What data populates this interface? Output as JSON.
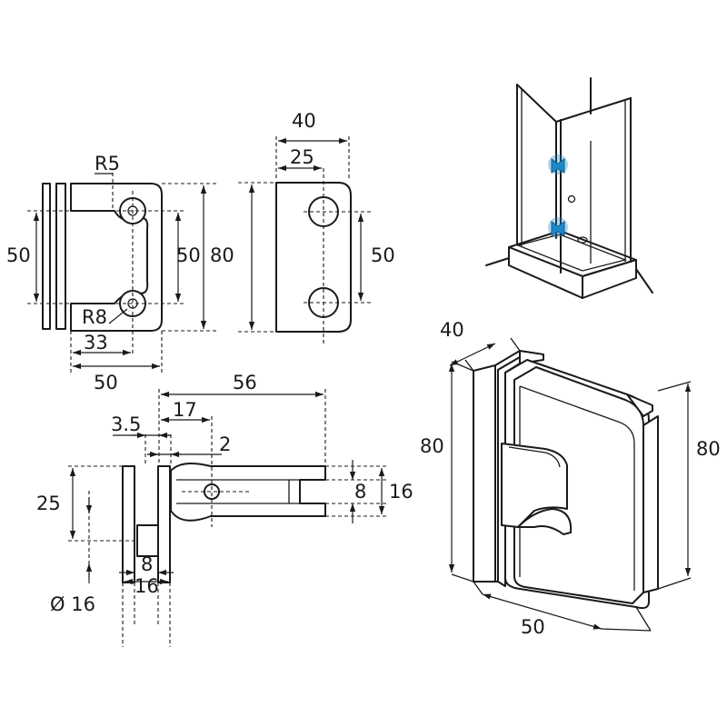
{
  "front_view": {
    "radius_top": "R5",
    "radius_bottom": "R8",
    "height_left": "50",
    "height_right": "50",
    "height_total": "80",
    "width_inner": "33",
    "width_total": "50"
  },
  "side_view": {
    "width_total": "40",
    "hole_offset": "25",
    "hole_spacing": "50"
  },
  "top_view": {
    "length": "56",
    "depth": "17",
    "offset": "3.5",
    "gap": "2",
    "slot": "8",
    "thickness": "16",
    "height": "25",
    "screw_width": "8",
    "screw_spacing": "16",
    "diameter": "Ø 16"
  },
  "iso_view": {
    "depth": "40",
    "height_left": "80",
    "height_right": "80",
    "width": "50"
  },
  "colors": {
    "line": "#1a1a1a",
    "hinge_marker": "#1e88c8"
  }
}
